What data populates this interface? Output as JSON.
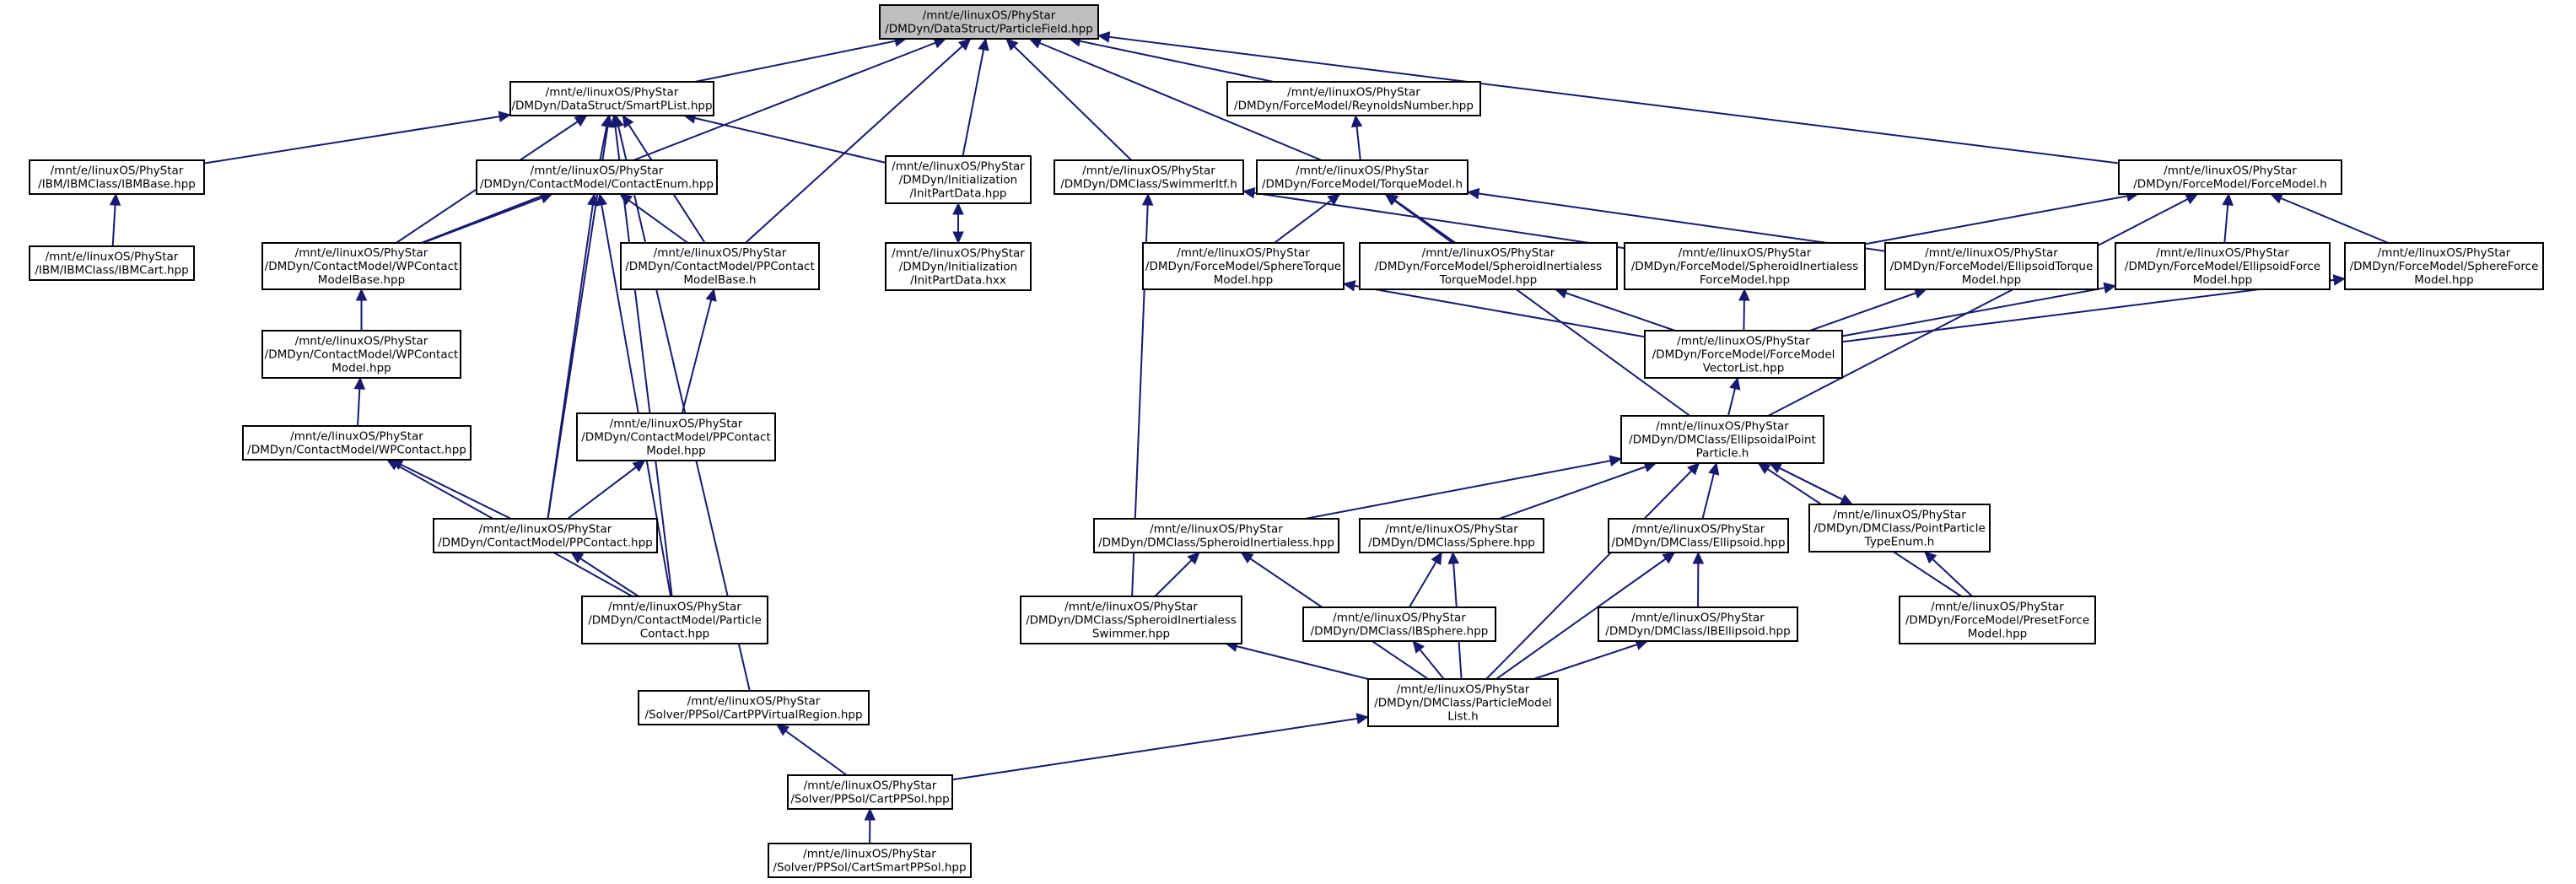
{
  "graph": {
    "nodes": [
      {
        "id": "particlefield",
        "lines": [
          "/mnt/e/linuxOS/PhyStar",
          "/DMDyn/DataStruct/ParticleField.hpp"
        ],
        "root": true
      },
      {
        "id": "smartplist",
        "lines": [
          "/mnt/e/linuxOS/PhyStar",
          "/DMDyn/DataStruct/SmartPList.hpp"
        ]
      },
      {
        "id": "reynoldsnumber",
        "lines": [
          "/mnt/e/linuxOS/PhyStar",
          "/DMDyn/ForceModel/ReynoldsNumber.hpp"
        ]
      },
      {
        "id": "ibmbase",
        "lines": [
          "/mnt/e/linuxOS/PhyStar",
          "/IBM/IBMClass/IBMBase.hpp"
        ]
      },
      {
        "id": "ibmcart",
        "lines": [
          "/mnt/e/linuxOS/PhyStar",
          "/IBM/IBMClass/IBMCart.hpp"
        ]
      },
      {
        "id": "contactenum",
        "lines": [
          "/mnt/e/linuxOS/PhyStar",
          "/DMDyn/ContactModel/ContactEnum.hpp"
        ]
      },
      {
        "id": "initpartdata_hpp",
        "lines": [
          "/mnt/e/linuxOS/PhyStar",
          "/DMDyn/Initialization",
          "/InitPartData.hpp"
        ]
      },
      {
        "id": "initpartdata_hxx",
        "lines": [
          "/mnt/e/linuxOS/PhyStar",
          "/DMDyn/Initialization",
          "/InitPartData.hxx"
        ]
      },
      {
        "id": "swimmeritf",
        "lines": [
          "/mnt/e/linuxOS/PhyStar",
          "/DMDyn/DMClass/SwimmerItf.h"
        ]
      },
      {
        "id": "torquemodel",
        "lines": [
          "/mnt/e/linuxOS/PhyStar",
          "/DMDyn/ForceModel/TorqueModel.h"
        ]
      },
      {
        "id": "forcemodel",
        "lines": [
          "/mnt/e/linuxOS/PhyStar",
          "/DMDyn/ForceModel/ForceModel.h"
        ]
      },
      {
        "id": "wpcontactmodelbase",
        "lines": [
          "/mnt/e/linuxOS/PhyStar",
          "/DMDyn/ContactModel/WPContact",
          "ModelBase.hpp"
        ]
      },
      {
        "id": "ppcontactmodelbase",
        "lines": [
          "/mnt/e/linuxOS/PhyStar",
          "/DMDyn/ContactModel/PPContact",
          "ModelBase.h"
        ]
      },
      {
        "id": "spheretorque",
        "lines": [
          "/mnt/e/linuxOS/PhyStar",
          "/DMDyn/ForceModel/SphereTorque",
          "Model.hpp"
        ]
      },
      {
        "id": "spheroidinertialesstorque",
        "lines": [
          "/mnt/e/linuxOS/PhyStar",
          "/DMDyn/ForceModel/SpheroidInertialess",
          "TorqueModel.hpp"
        ]
      },
      {
        "id": "spheroidinertialessforce",
        "lines": [
          "/mnt/e/linuxOS/PhyStar",
          "/DMDyn/ForceModel/SpheroidInertialess",
          "ForceModel.hpp"
        ]
      },
      {
        "id": "ellipsoidtorque",
        "lines": [
          "/mnt/e/linuxOS/PhyStar",
          "/DMDyn/ForceModel/EllipsoidTorque",
          "Model.hpp"
        ]
      },
      {
        "id": "ellipsoidforce",
        "lines": [
          "/mnt/e/linuxOS/PhyStar",
          "/DMDyn/ForceModel/EllipsoidForce",
          "Model.hpp"
        ]
      },
      {
        "id": "sphereforce",
        "lines": [
          "/mnt/e/linuxOS/PhyStar",
          "/DMDyn/ForceModel/SphereForce",
          "Model.hpp"
        ]
      },
      {
        "id": "wpcontactmodel",
        "lines": [
          "/mnt/e/linuxOS/PhyStar",
          "/DMDyn/ContactModel/WPContact",
          "Model.hpp"
        ]
      },
      {
        "id": "forcemodelvectorlist",
        "lines": [
          "/mnt/e/linuxOS/PhyStar",
          "/DMDyn/ForceModel/ForceModel",
          "VectorList.hpp"
        ]
      },
      {
        "id": "wpcontact",
        "lines": [
          "/mnt/e/linuxOS/PhyStar",
          "/DMDyn/ContactModel/WPContact.hpp"
        ]
      },
      {
        "id": "ppcontactmodel",
        "lines": [
          "/mnt/e/linuxOS/PhyStar",
          "/DMDyn/ContactModel/PPContact",
          "Model.hpp"
        ]
      },
      {
        "id": "ellipsoidalpointparticle",
        "lines": [
          "/mnt/e/linuxOS/PhyStar",
          "/DMDyn/DMClass/EllipsoidalPoint",
          "Particle.h"
        ]
      },
      {
        "id": "ppcontact",
        "lines": [
          "/mnt/e/linuxOS/PhyStar",
          "/DMDyn/ContactModel/PPContact.hpp"
        ]
      },
      {
        "id": "spheroidinertialess",
        "lines": [
          "/mnt/e/linuxOS/PhyStar",
          "/DMDyn/DMClass/SpheroidInertialess.hpp"
        ]
      },
      {
        "id": "sphere",
        "lines": [
          "/mnt/e/linuxOS/PhyStar",
          "/DMDyn/DMClass/Sphere.hpp"
        ]
      },
      {
        "id": "ellipsoid",
        "lines": [
          "/mnt/e/linuxOS/PhyStar",
          "/DMDyn/DMClass/Ellipsoid.hpp"
        ]
      },
      {
        "id": "pointparticletypeenum",
        "lines": [
          "/mnt/e/linuxOS/PhyStar",
          "/DMDyn/DMClass/PointParticle",
          "TypeEnum.h"
        ]
      },
      {
        "id": "particlecontact",
        "lines": [
          "/mnt/e/linuxOS/PhyStar",
          "/DMDyn/ContactModel/Particle",
          "Contact.hpp"
        ]
      },
      {
        "id": "spheroidinertialessswimmer",
        "lines": [
          "/mnt/e/linuxOS/PhyStar",
          "/DMDyn/DMClass/SpheroidInertialess",
          "Swimmer.hpp"
        ]
      },
      {
        "id": "ibsphere",
        "lines": [
          "/mnt/e/linuxOS/PhyStar",
          "/DMDyn/DMClass/IBSphere.hpp"
        ]
      },
      {
        "id": "ibellipsoid",
        "lines": [
          "/mnt/e/linuxOS/PhyStar",
          "/DMDyn/DMClass/IBEllipsoid.hpp"
        ]
      },
      {
        "id": "presetforce",
        "lines": [
          "/mnt/e/linuxOS/PhyStar",
          "/DMDyn/ForceModel/PresetForce",
          "Model.hpp"
        ]
      },
      {
        "id": "cartppvirtualregion",
        "lines": [
          "/mnt/e/linuxOS/PhyStar",
          "/Solver/PPSol/CartPPVirtualRegion.hpp"
        ]
      },
      {
        "id": "particlemodellist",
        "lines": [
          "/mnt/e/linuxOS/PhyStar",
          "/DMDyn/DMClass/ParticleModel",
          "List.h"
        ]
      },
      {
        "id": "cartppsol",
        "lines": [
          "/mnt/e/linuxOS/PhyStar",
          "/Solver/PPSol/CartPPSol.hpp"
        ]
      },
      {
        "id": "cartsmartppsol",
        "lines": [
          "/mnt/e/linuxOS/PhyStar",
          "/Solver/PPSol/CartSmartPPSol.hpp"
        ]
      }
    ],
    "edges": [
      [
        "smartplist",
        "particlefield"
      ],
      [
        "reynoldsnumber",
        "particlefield"
      ],
      [
        "wpcontactmodelbase",
        "particlefield"
      ],
      [
        "ppcontactmodelbase",
        "particlefield"
      ],
      [
        "initpartdata_hpp",
        "particlefield"
      ],
      [
        "swimmeritf",
        "particlefield"
      ],
      [
        "torquemodel",
        "particlefield"
      ],
      [
        "forcemodel",
        "particlefield"
      ],
      [
        "ibmbase",
        "smartplist"
      ],
      [
        "contactenum",
        "smartplist"
      ],
      [
        "initpartdata_hpp",
        "smartplist"
      ],
      [
        "wpcontactmodelbase",
        "smartplist"
      ],
      [
        "ppcontactmodelbase",
        "smartplist"
      ],
      [
        "ppcontact",
        "smartplist"
      ],
      [
        "particlecontact",
        "smartplist"
      ],
      [
        "cartppvirtualregion",
        "smartplist"
      ],
      [
        "ibmcart",
        "ibmbase"
      ],
      [
        "wpcontactmodelbase",
        "contactenum"
      ],
      [
        "ppcontactmodelbase",
        "contactenum"
      ],
      [
        "ppcontact",
        "contactenum"
      ],
      [
        "particlecontact",
        "contactenum"
      ],
      [
        "initpartdata_hxx",
        "initpartdata_hpp"
      ],
      [
        "initpartdata_hpp",
        "initpartdata_hxx"
      ],
      [
        "torquemodel",
        "reynoldsnumber"
      ],
      [
        "spheroidinertialessforce",
        "swimmeritf"
      ],
      [
        "spheroidinertialessswimmer",
        "swimmeritf"
      ],
      [
        "spheretorque",
        "torquemodel"
      ],
      [
        "spheroidinertialesstorque",
        "torquemodel"
      ],
      [
        "ellipsoidtorque",
        "torquemodel"
      ],
      [
        "ellipsoidalpointparticle",
        "torquemodel"
      ],
      [
        "spheroidinertialessforce",
        "forcemodel"
      ],
      [
        "ellipsoidforce",
        "forcemodel"
      ],
      [
        "sphereforce",
        "forcemodel"
      ],
      [
        "ellipsoidalpointparticle",
        "forcemodel"
      ],
      [
        "wpcontactmodel",
        "wpcontactmodelbase"
      ],
      [
        "ppcontactmodel",
        "ppcontactmodelbase"
      ],
      [
        "wpcontact",
        "wpcontactmodel"
      ],
      [
        "ppcontact",
        "wpcontact"
      ],
      [
        "particlecontact",
        "wpcontact"
      ],
      [
        "ppcontact",
        "ppcontactmodel"
      ],
      [
        "particlecontact",
        "ppcontact"
      ],
      [
        "forcemodelvectorlist",
        "spheretorque"
      ],
      [
        "forcemodelvectorlist",
        "spheroidinertialesstorque"
      ],
      [
        "forcemodelvectorlist",
        "spheroidinertialessforce"
      ],
      [
        "forcemodelvectorlist",
        "ellipsoidtorque"
      ],
      [
        "forcemodelvectorlist",
        "ellipsoidforce"
      ],
      [
        "forcemodelvectorlist",
        "sphereforce"
      ],
      [
        "ellipsoidalpointparticle",
        "forcemodelvectorlist"
      ],
      [
        "spheroidinertialess",
        "ellipsoidalpointparticle"
      ],
      [
        "sphere",
        "ellipsoidalpointparticle"
      ],
      [
        "ellipsoid",
        "ellipsoidalpointparticle"
      ],
      [
        "pointparticletypeenum",
        "ellipsoidalpointparticle"
      ],
      [
        "ellipsoidalpointparticle",
        "pointparticletypeenum"
      ],
      [
        "presetforce",
        "ellipsoidalpointparticle"
      ],
      [
        "particlemodellist",
        "ellipsoidalpointparticle"
      ],
      [
        "spheroidinertialessswimmer",
        "spheroidinertialess"
      ],
      [
        "particlemodellist",
        "spheroidinertialess"
      ],
      [
        "ibsphere",
        "sphere"
      ],
      [
        "particlemodellist",
        "sphere"
      ],
      [
        "ibellipsoid",
        "ellipsoid"
      ],
      [
        "particlemodellist",
        "ellipsoid"
      ],
      [
        "presetforce",
        "pointparticletypeenum"
      ],
      [
        "particlemodellist",
        "spheroidinertialessswimmer"
      ],
      [
        "particlemodellist",
        "ibsphere"
      ],
      [
        "particlemodellist",
        "ibellipsoid"
      ],
      [
        "cartppsol",
        "cartppvirtualregion"
      ],
      [
        "cartppsol",
        "particlemodellist"
      ],
      [
        "cartsmartppsol",
        "cartppsol"
      ]
    ]
  },
  "colors": {
    "edge": "#191970",
    "node_border": "#000000",
    "root_fill": "#bfbfbf",
    "node_fill": "#ffffff"
  }
}
